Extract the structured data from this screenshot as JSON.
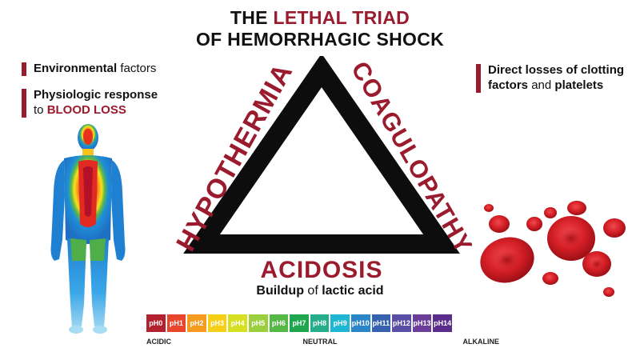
{
  "title": {
    "line1_prefix": "THE ",
    "line1_accent": "LETHAL TRIAD",
    "line2": "OF HEMORRHAGIC SHOCK"
  },
  "left_notes": {
    "environmental_bold": "Environmental",
    "environmental_rest": " factors",
    "physio_bold": "Physiologic response",
    "physio_to": "to ",
    "physio_accent": "BLOOD LOSS"
  },
  "right_note": {
    "line1_bold": "Direct losses of clotting",
    "line2_bold1": "factors",
    "line2_mid": " and ",
    "line2_bold2": "platelets"
  },
  "triangle": {
    "left_label": "HYPOTHERMIA",
    "right_label": "COAGULOPATHY",
    "bottom_label": "ACIDOSIS"
  },
  "bottom_note": {
    "bold1": "Buildup",
    "mid": " of ",
    "bold2": "lactic acid"
  },
  "ph_scale": {
    "cells": [
      {
        "label": "pH0",
        "color": "#b3202e"
      },
      {
        "label": "pH1",
        "color": "#e8452c"
      },
      {
        "label": "pH2",
        "color": "#f39a1f"
      },
      {
        "label": "pH3",
        "color": "#f6cf17"
      },
      {
        "label": "pH4",
        "color": "#d6df22"
      },
      {
        "label": "pH5",
        "color": "#9bcf40"
      },
      {
        "label": "pH6",
        "color": "#55b847"
      },
      {
        "label": "pH7",
        "color": "#1ea54e"
      },
      {
        "label": "pH8",
        "color": "#26ad8a"
      },
      {
        "label": "pH9",
        "color": "#1fb6d3"
      },
      {
        "label": "pH10",
        "color": "#2a86c9"
      },
      {
        "label": "pH11",
        "color": "#3461b0"
      },
      {
        "label": "pH12",
        "color": "#5b4ea5"
      },
      {
        "label": "pH13",
        "color": "#6b3d99"
      },
      {
        "label": "pH14",
        "color": "#5a2d8c"
      }
    ],
    "acidic_label": "ACIDIC",
    "neutral_label": "NEUTRAL",
    "alkaline_label": "ALKALINE"
  },
  "colors": {
    "accent": "#9b1b2e",
    "triangle": "#0d0d0d",
    "blood_cell": "#d51f26"
  }
}
